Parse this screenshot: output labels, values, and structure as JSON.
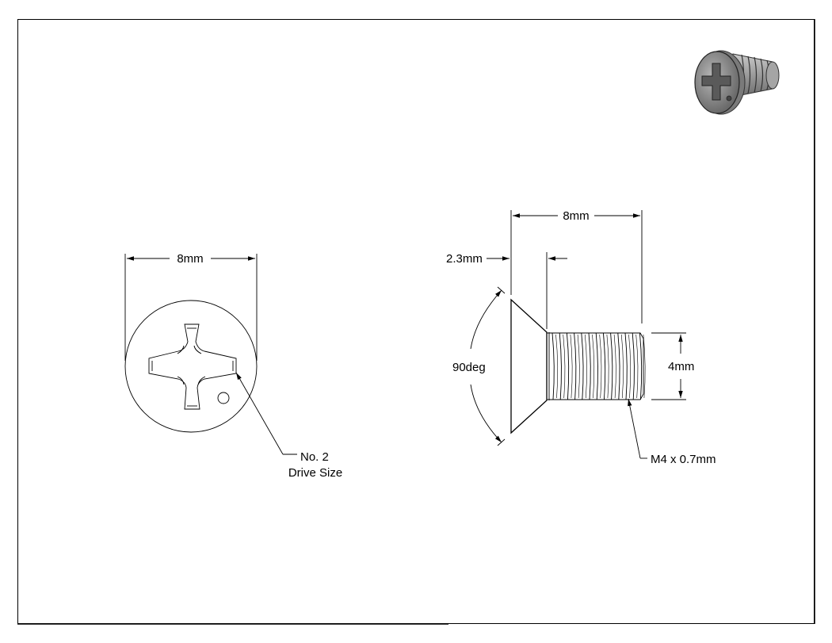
{
  "front_view": {
    "width_dim": "8mm",
    "drive_callout_line1": "No. 2",
    "drive_callout_line2": "Drive Size"
  },
  "side_view": {
    "length_dim": "8mm",
    "head_height_dim": "2.3mm",
    "head_angle_dim": "90deg",
    "diameter_dim": "4mm",
    "thread_callout": "M4 x 0.7mm"
  }
}
